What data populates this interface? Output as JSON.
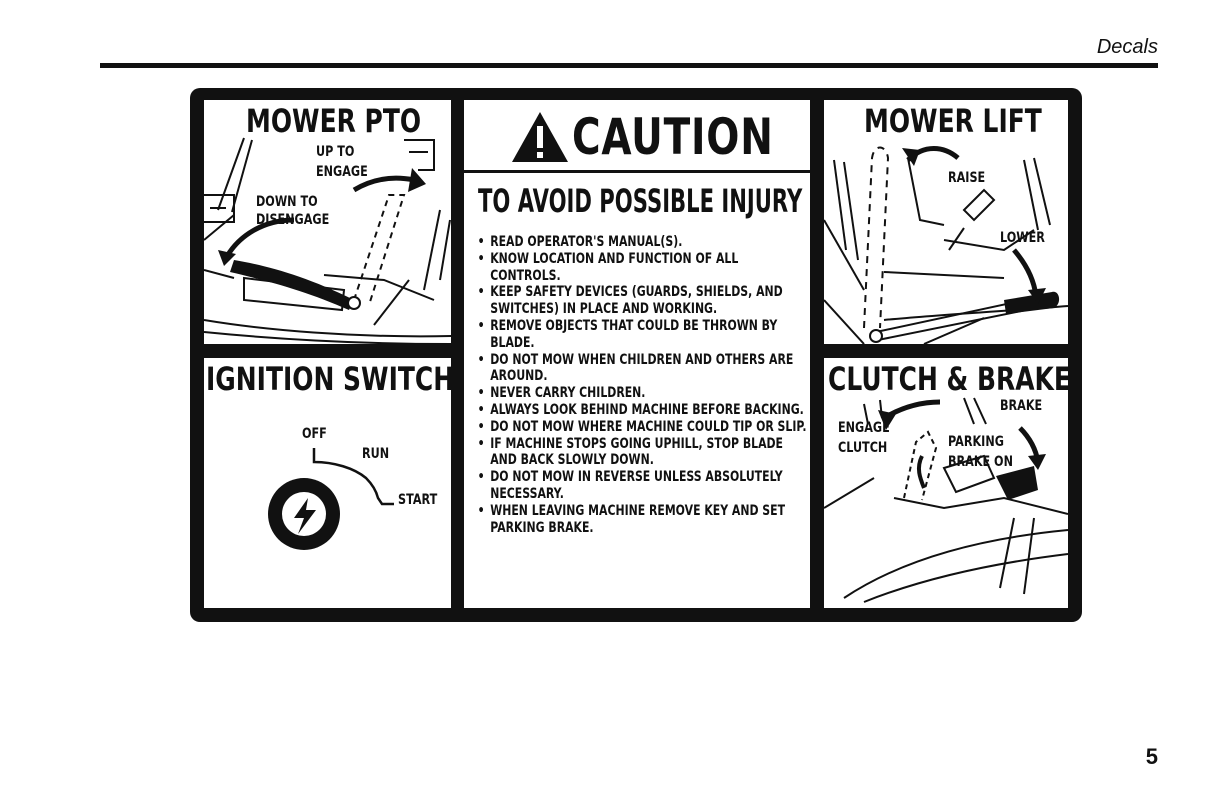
{
  "header": {
    "title": "Decals"
  },
  "page": {
    "number": "5"
  },
  "colors": {
    "ink": "#111111",
    "paper": "#ffffff"
  },
  "mower_pto": {
    "title": "MOWER PTO",
    "up_label_1": "UP TO",
    "up_label_2": "ENGAGE",
    "down_label_1": "DOWN TO",
    "down_label_2": "DISENGAGE"
  },
  "ignition": {
    "title": "IGNITION SWITCH",
    "off": "OFF",
    "run": "RUN",
    "start": "START",
    "icon": "lightning-bolt-icon"
  },
  "caution": {
    "word": "CAUTION",
    "icon": "warning-triangle-icon",
    "subtitle": "TO AVOID POSSIBLE INJURY",
    "rules": [
      "READ OPERATOR'S MANUAL(S).",
      "KNOW LOCATION AND FUNCTION OF ALL CONTROLS.",
      "KEEP SAFETY DEVICES (GUARDS, SHIELDS, AND SWITCHES) IN PLACE AND WORKING.",
      "REMOVE OBJECTS THAT COULD BE THROWN BY BLADE.",
      "DO NOT MOW WHEN CHILDREN AND OTHERS ARE AROUND.",
      "NEVER CARRY CHILDREN.",
      "ALWAYS LOOK BEHIND MACHINE BEFORE BACKING.",
      "DO NOT MOW WHERE MACHINE COULD TIP OR SLIP.",
      "IF MACHINE STOPS GOING UPHILL, STOP BLADE AND BACK SLOWLY DOWN.",
      "DO NOT MOW IN REVERSE UNLESS ABSOLUTELY NECESSARY.",
      "WHEN LEAVING MACHINE REMOVE KEY AND SET PARKING BRAKE."
    ]
  },
  "mower_lift": {
    "title": "MOWER LIFT",
    "raise": "RAISE",
    "lower": "LOWER"
  },
  "clutch_brake": {
    "title": "CLUTCH & BRAKE",
    "engage_1": "ENGAGE",
    "engage_2": "CLUTCH",
    "brake": "BRAKE",
    "parking_1": "PARKING",
    "parking_2": "BRAKE ON"
  }
}
